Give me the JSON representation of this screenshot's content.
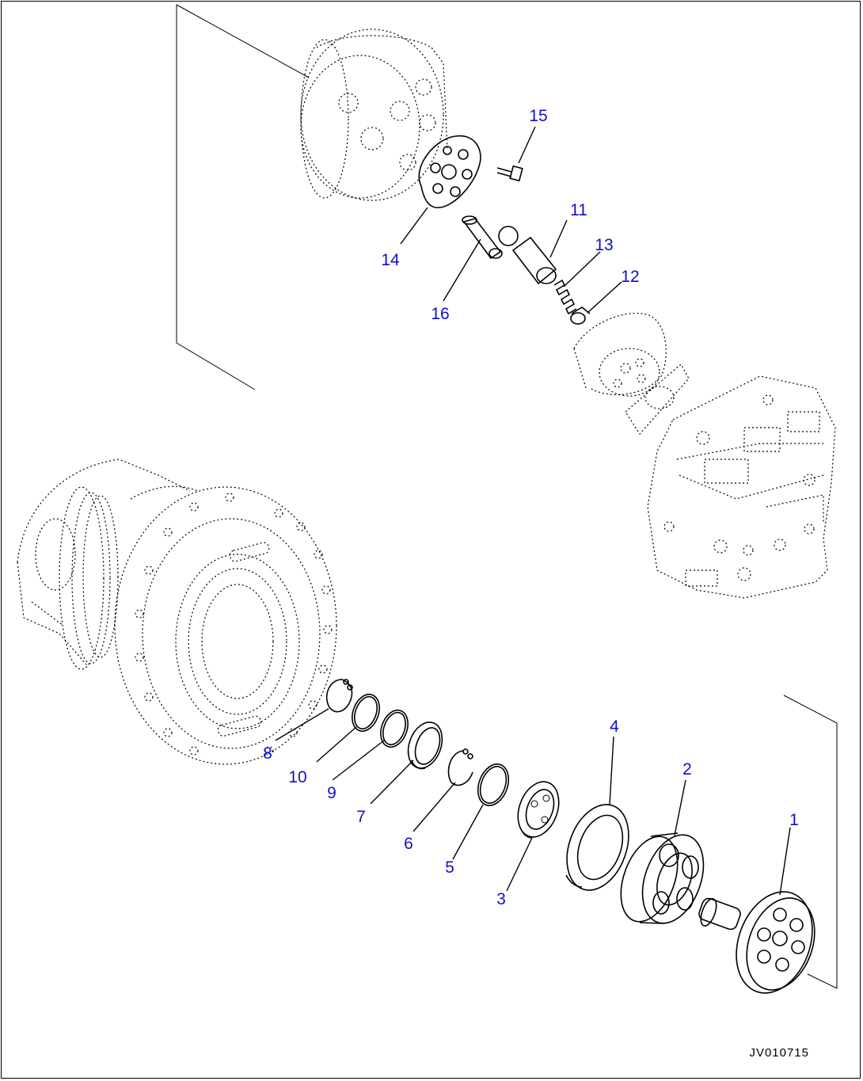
{
  "diagram": {
    "drawing_code": "JV010715",
    "callouts": [
      {
        "id": "c1",
        "label": "1"
      },
      {
        "id": "c2",
        "label": "2"
      },
      {
        "id": "c3",
        "label": "3"
      },
      {
        "id": "c4",
        "label": "4"
      },
      {
        "id": "c5",
        "label": "5"
      },
      {
        "id": "c6",
        "label": "6"
      },
      {
        "id": "c7",
        "label": "7"
      },
      {
        "id": "c8",
        "label": "8"
      },
      {
        "id": "c9",
        "label": "9"
      },
      {
        "id": "c10",
        "label": "10"
      },
      {
        "id": "c11",
        "label": "11"
      },
      {
        "id": "c12",
        "label": "12"
      },
      {
        "id": "c13",
        "label": "13"
      },
      {
        "id": "c14",
        "label": "14"
      },
      {
        "id": "c15",
        "label": "15"
      },
      {
        "id": "c16",
        "label": "16"
      }
    ]
  }
}
